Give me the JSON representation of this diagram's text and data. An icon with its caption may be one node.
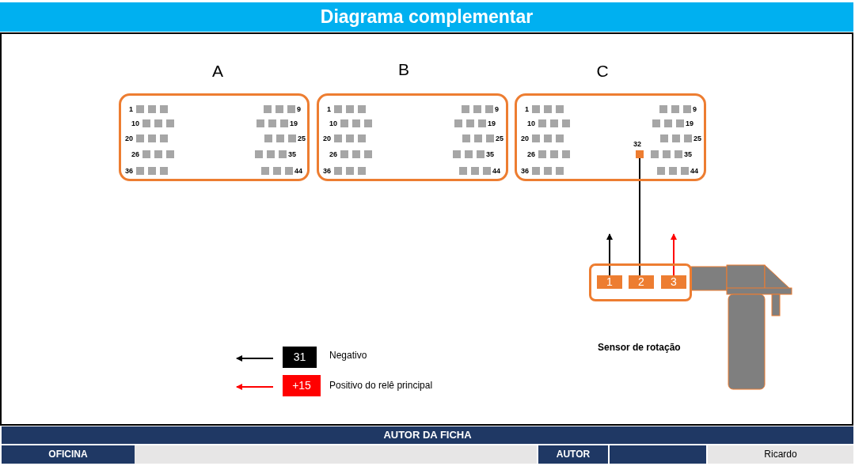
{
  "diagram": {
    "title": "Diagrama complementar",
    "nodes": [
      {
        "text": [
          "A"
        ]
      },
      {
        "text": [
          "B"
        ]
      },
      {
        "text": [
          "C"
        ]
      },
      {
        "text": [
          "32"
        ],
        "in": 2
      },
      {
        "text": [],
        "shape": "box"
      },
      {
        "text": [
          "1"
        ],
        "in": 4
      },
      {
        "text": [
          "2"
        ],
        "in": 4
      },
      {
        "text": [
          "3"
        ],
        "in": 4
      },
      {
        "text": [],
        "shape": "picture",
        "beside": [
          "Sensor de rotação"
        ]
      }
    ],
    "edges": [
      {
        "from": 3,
        "to": 6,
        "arrow": "none"
      },
      {
        "from": 5,
        "to": null,
        "arrow": "to"
      },
      {
        "from": 7,
        "to": null,
        "arrow": "to",
        "color": "#ff0000"
      }
    ],
    "labels": [
      "1",
      "9",
      "10",
      "19",
      "20",
      "25",
      "26",
      "35",
      "36",
      "44",
      "1",
      "9",
      "10",
      "19",
      "20",
      "25",
      "26",
      "35",
      "36",
      "44",
      "1",
      "9",
      "10",
      "19",
      "20",
      "25",
      "26",
      "35",
      "36",
      "44",
      "31",
      "+15",
      "AUTOR DA FICHA",
      "OFICINA",
      "AUTOR",
      "Ricardo"
    ],
    "legend": [
      {
        "text": "Negativo",
        "color": "#000000"
      },
      {
        "text": "Positivo do relê principal",
        "color": "#ff0000"
      }
    ]
  }
}
